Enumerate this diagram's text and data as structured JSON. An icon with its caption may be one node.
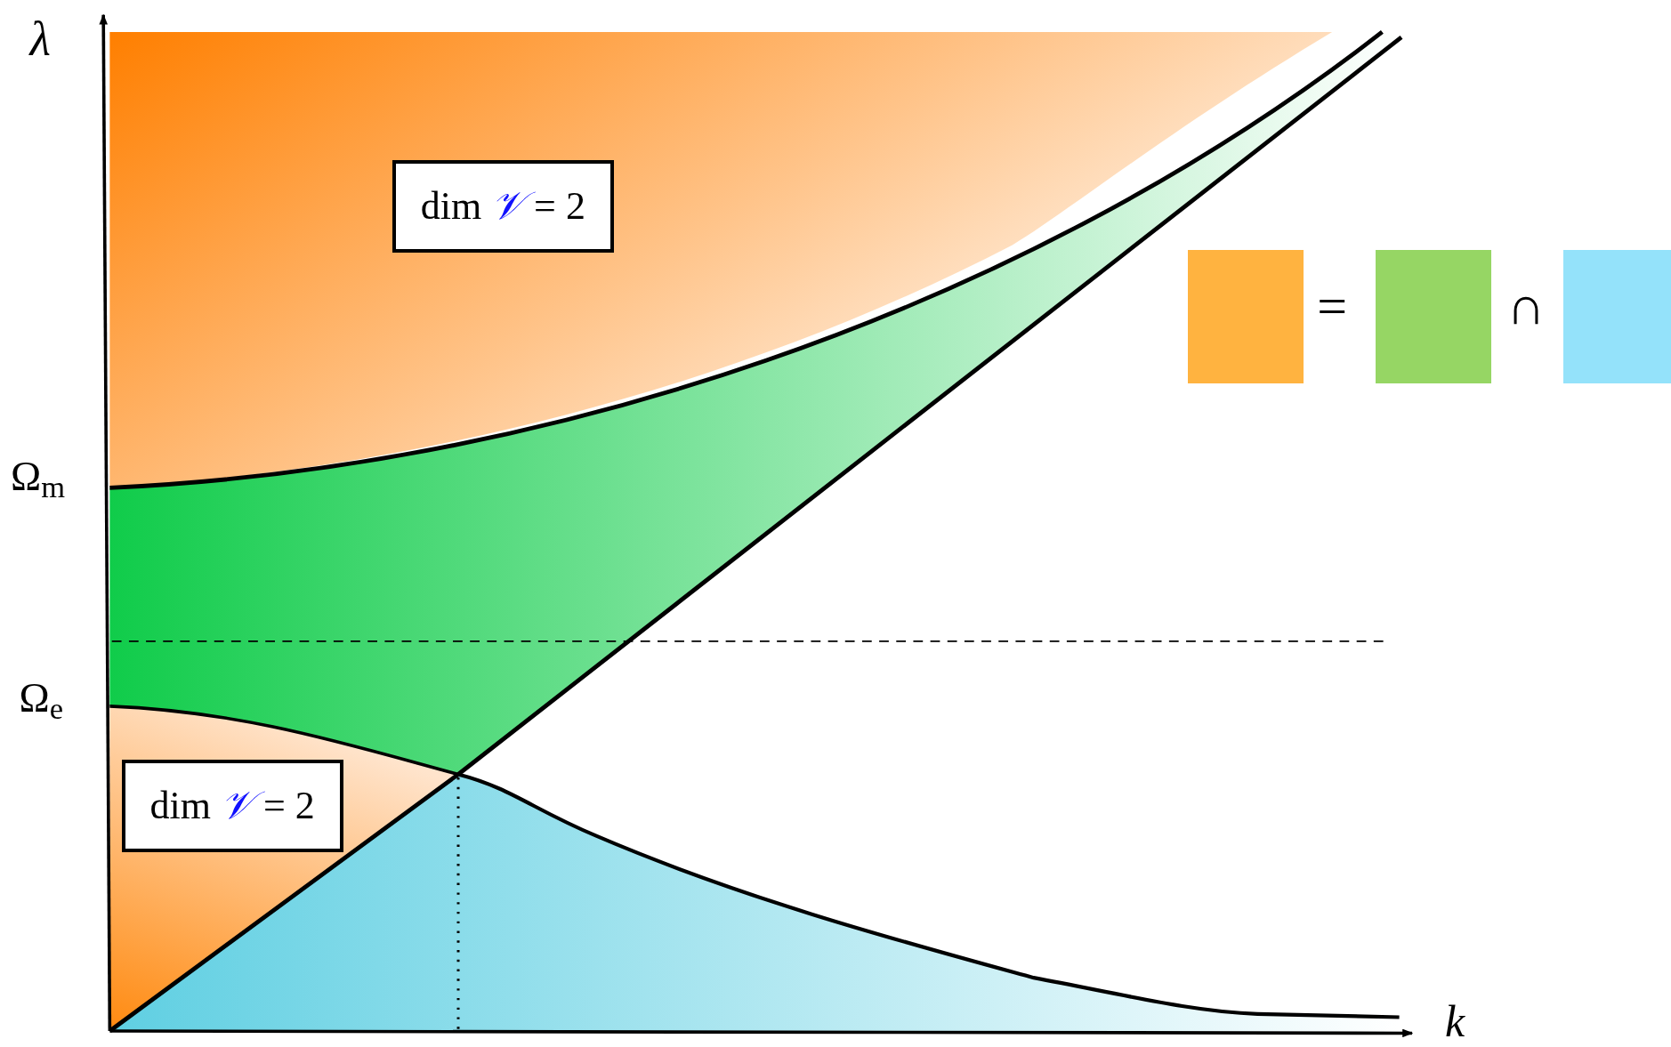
{
  "diagram": {
    "nodes": [
      {
        "text": [
          "dim 𝒱 = 2"
        ]
      },
      {
        "text": [
          "dim 𝒱 = 2"
        ]
      },
      {
        "text": [],
        "shape": "box"
      },
      {
        "text": [],
        "shape": "box"
      },
      {
        "text": [],
        "shape": "box"
      }
    ],
    "labels": [
      "λ",
      "Ω$_{m}$",
      "Ω$_{e}$",
      "k",
      "=",
      "∩"
    ]
  }
}
